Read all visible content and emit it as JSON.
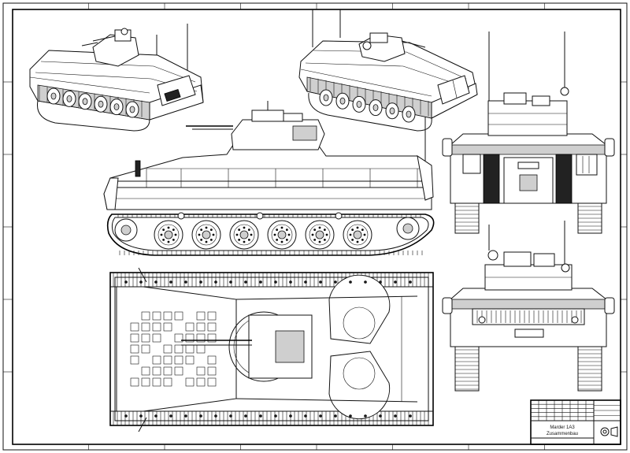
{
  "title_block": {
    "drawing_name": "Marder 1A3",
    "drawing_subtitle": "Zusammenbau"
  },
  "views": {
    "iso_left": "isometric-front-left-view",
    "iso_right": "isometric-rear-right-view",
    "side": "side-elevation-view",
    "top": "top-plan-view",
    "rear": "rear-elevation-view",
    "front": "front-elevation-view"
  },
  "colors": {
    "line": "#111111",
    "paper": "#ffffff"
  }
}
